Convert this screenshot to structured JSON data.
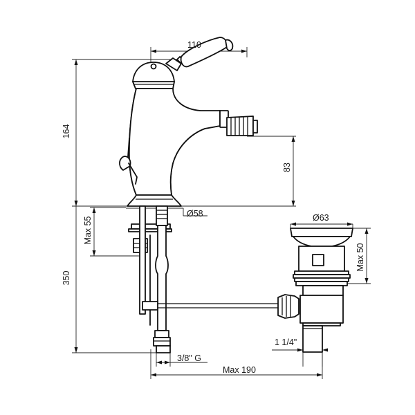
{
  "dimensions": {
    "handle_reach": "110",
    "total_height": "164",
    "spout_height": "83",
    "base_diameter": "Ø58",
    "deck_thickness": "Max 55",
    "hose_length": "350",
    "inlet_thread": "3/8\" G",
    "max_distance": "Max 190",
    "waste_diameter": "Ø63",
    "waste_height": "Max 50",
    "waste_thread": "1 1/4\""
  },
  "colors": {
    "line": "#111111",
    "background": "#ffffff"
  }
}
